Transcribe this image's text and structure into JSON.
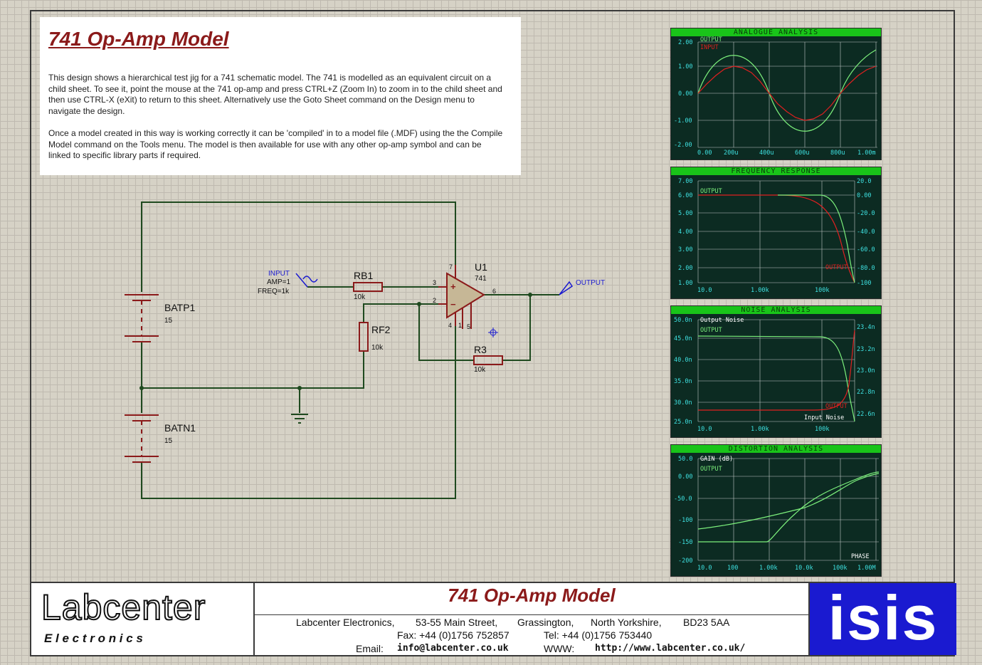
{
  "description": {
    "title": "741 Op-Amp Model",
    "paragraph1": "This design shows a hierarchical test jig for a 741 schematic model. The 741 is modelled as an equivalent circuit on a child sheet. To see it, point the mouse at the 741 op-amp and press CTRL+Z (Zoom In) to zoom in to the child sheet and then use CTRL-X (eXit) to return to this sheet. Alternatively use the Goto Sheet command on the Design menu to navigate the design.",
    "paragraph2": "Once a model created in this way is working correctly it can be 'compiled' in to a model file (.MDF) using the the Compile Model command on the Tools menu. The model is then available for use with any other op-amp symbol and can be linked to specific library parts if required."
  },
  "schematic": {
    "batp1_name": "BATP1",
    "batp1_value": "15",
    "batn1_name": "BATN1",
    "batn1_value": "15",
    "input_label": "INPUT",
    "input_amp": "AMP=1",
    "input_freq": "FREQ=1k",
    "rb1_name": "RB1",
    "rb1_value": "10k",
    "rf2_name": "RF2",
    "rf2_value": "10k",
    "r3_name": "R3",
    "r3_value": "10k",
    "u1_name": "U1",
    "u1_value": "741",
    "output_label": "OUTPUT",
    "pin_plus": "+",
    "pin_minus": "−",
    "pin3": "3",
    "pin2": "2",
    "pin6": "6",
    "pin7": "7",
    "pin4": "4",
    "pin1": "1",
    "pin5": "5"
  },
  "graphs": {
    "analogue": {
      "title": "ANALOGUE ANALYSIS",
      "legend1": "OUTPUT",
      "legend2": "INPUT",
      "yticks": [
        "2.00",
        "1.00",
        "0.00",
        "-1.00",
        "-2.00"
      ],
      "xticks": [
        "0.00",
        "200u",
        "400u",
        "600u",
        "800u",
        "1.00m"
      ]
    },
    "frequency": {
      "title": "FREQUENCY RESPONSE",
      "legend1": "OUTPUT",
      "legend2": "OUTPUT",
      "yticks_left": [
        "7.00",
        "6.00",
        "5.00",
        "4.00",
        "3.00",
        "2.00",
        "1.00"
      ],
      "yticks_right": [
        "20.0",
        "0.00",
        "-20.0",
        "-40.0",
        "-60.0",
        "-80.0",
        "-100"
      ],
      "xticks": [
        "10.0",
        "1.00k",
        "100k"
      ]
    },
    "noise": {
      "title": "NOISE ANALYSIS",
      "label_top": "Output Noise",
      "legend1": "OUTPUT",
      "legend2": "OUTPUT",
      "label_bottom": "Input Noise",
      "yticks_left": [
        "50.0n",
        "45.0n",
        "40.0n",
        "35.0n",
        "30.0n",
        "25.0n"
      ],
      "yticks_right": [
        "23.4n",
        "23.2n",
        "23.0n",
        "22.8n",
        "22.6n"
      ],
      "xticks": [
        "10.0",
        "1.00k",
        "100k"
      ]
    },
    "distortion": {
      "title": "DISTORTION ANALYSIS",
      "label_top": "GAIN (dB)",
      "legend1": "OUTPUT",
      "label_bottom": "PHASE",
      "yticks": [
        "50.0",
        "0.00",
        "-50.0",
        "-100",
        "-150",
        "-200"
      ],
      "xticks": [
        "10.0",
        "100",
        "1.00k",
        "10.0k",
        "100k",
        "1.00M"
      ]
    }
  },
  "title_block": {
    "logo_text": "Labcenter",
    "logo_sub": "E l e c t r o n i c s",
    "title": "741 Op-Amp Model",
    "company": "Labcenter Electronics,",
    "street": "53-55 Main Street,",
    "town": "Grassington,",
    "county": "North Yorkshire,",
    "postcode": "BD23 5AA",
    "fax": "Fax: +44 (0)1756 752857",
    "tel": "Tel:  +44 (0)1756 753440",
    "email_label": "Email:",
    "email": "info@labcenter.co.uk",
    "www_label": "WWW:",
    "www": "http://www.labcenter.co.uk/",
    "isis_logo": "isis"
  },
  "colors": {
    "graph_bg": "#0c2b22",
    "graph_title_bg": "#19c419",
    "trace_green": "#7cf07c",
    "trace_red": "#e02020",
    "component_red": "#8b1a1a",
    "wire_green": "#1f4a1f",
    "isis_blue": "#1a1ad0"
  }
}
